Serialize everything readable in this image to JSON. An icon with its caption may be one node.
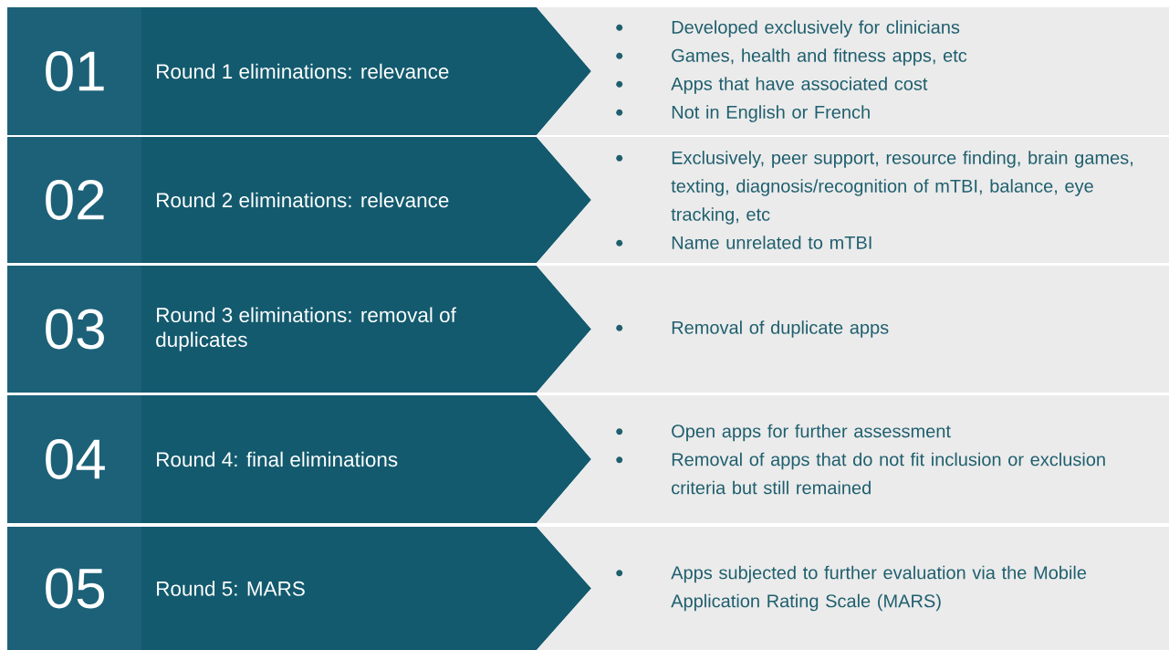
{
  "diagram": {
    "nodes": [
      {
        "text": [
          "01",
          "Round 1 eliminations: relevance"
        ]
      },
      {
        "text": [
          "Developed  exclusively for clinicians",
          "Games, health and fitness apps, etc",
          "Apps that have associated cost",
          "Not in English or French"
        ]
      },
      {
        "text": [
          "02",
          "Round 2 eliminations: relevance"
        ]
      },
      {
        "text": [
          "Exclusively, peer support, resource finding, brain games, texting, diagnosis/recognition of mTBI, balance, eye tracking,  etc",
          "Name unrelated to mTBI"
        ]
      },
      {
        "text": [
          "03",
          "Round 3 eliminations: removal of duplicates"
        ]
      },
      {
        "text": [
          "Removal of duplicate apps"
        ]
      },
      {
        "text": [
          "04",
          "Round 4: final eliminations"
        ]
      },
      {
        "text": [
          "Open apps for further assessment",
          "Removal of apps that do not fit inclusion or exclusion criteria but still remained"
        ]
      },
      {
        "text": [
          "05",
          "Round 5: MARS"
        ]
      },
      {
        "text": [
          "Apps subjected to further evaluation via the Mobile Application Rating Scale (MARS)"
        ]
      }
    ]
  }
}
